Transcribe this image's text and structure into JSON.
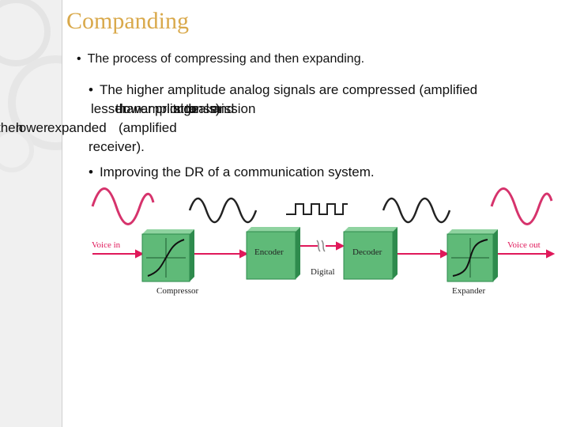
{
  "slide": {
    "title": "Companding",
    "bullets": {
      "b1": "The process of compressing and then expanding.",
      "b2_line1": "The higher amplitude analog signals are compressed (amplified",
      "b2_overlap_a": "lesser",
      "b2_overlap_b": "than",
      "b2_overlap_c": "lower",
      "b2_overlap_d": "amplitude",
      "b2_overlap_e": "signals)",
      "b2_overlap_f": "prior to",
      "b2_overlap_g": "transmission",
      "b2_overlap_h": "and",
      "b2_overlap_i": "then",
      "b2_line3_a": "lower",
      "b2_line3_b": "expanded",
      "b2_line3_c": "(amplified",
      "b2_line4": "receiver).",
      "b3": "Improving the DR of a communication system."
    },
    "bullet_glyph": "•"
  },
  "diagram": {
    "labels": {
      "voice_in": "Voice in",
      "voice_out": "Voice out",
      "compressor": "Compressor",
      "encoder": "Encoder",
      "decoder": "Decoder",
      "expander": "Expander",
      "digital": "Digital"
    },
    "colors": {
      "block_face": "#5fba78",
      "block_top": "#8fd3a0",
      "block_side": "#2e8b4d",
      "arrow": "#e0185a",
      "wave_pink": "#d6336c",
      "wave_dark": "#222222",
      "title_gold": "#d9a94b"
    }
  }
}
